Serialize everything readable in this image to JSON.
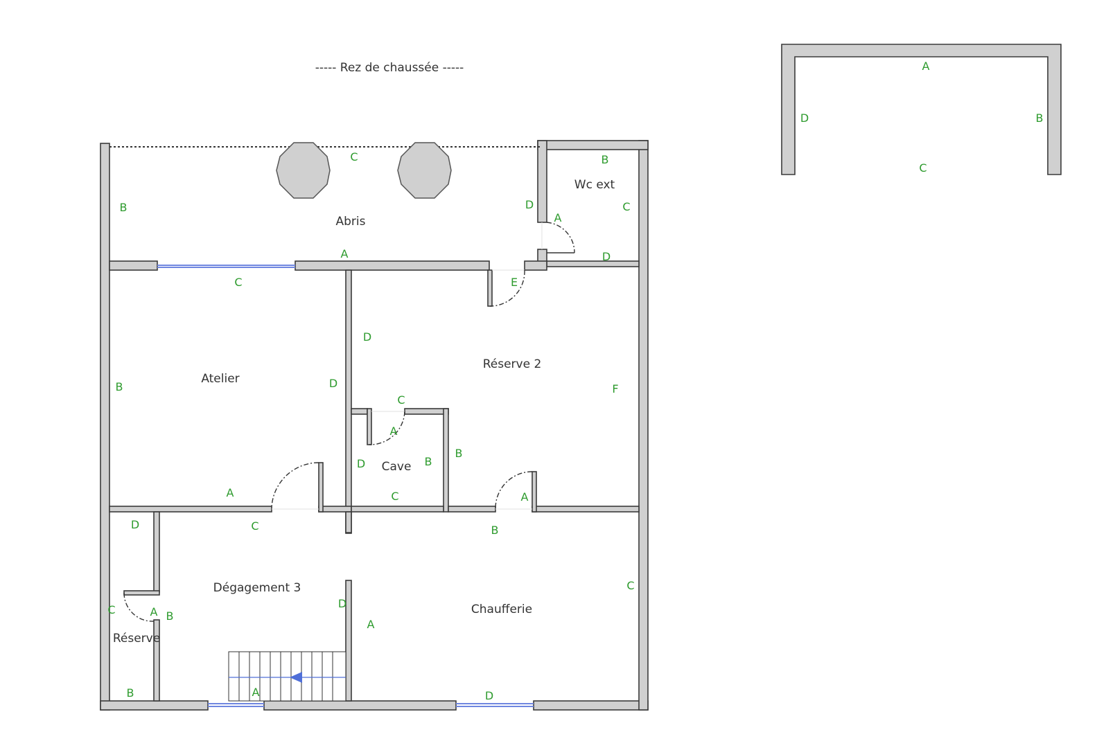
{
  "title": "----- Rez de chaussée -----",
  "colors": {
    "wall_label": "#2e9b2e",
    "wall_fill": "#d0d0d0",
    "window": "#6f86e0",
    "stair_arrow": "#4f6fd8"
  },
  "rooms": {
    "abris": "Abris",
    "wc_ext": "Wc ext",
    "atelier": "Atelier",
    "reserve2": "Réserve 2",
    "cave": "Cave",
    "degagement3": "Dégagement 3",
    "chaufferie": "Chaufferie",
    "reserve": "Réserve"
  },
  "labels": {
    "abris": {
      "c": "C",
      "b": "B",
      "a": "A",
      "d": "D"
    },
    "wc": {
      "b": "B",
      "c": "C",
      "d": "D",
      "a": "A"
    },
    "atelier": {
      "c": "C",
      "b": "B",
      "d": "D",
      "a": "A"
    },
    "reserve2": {
      "e": "E",
      "d": "D",
      "f": "F",
      "b": "B",
      "a": "A"
    },
    "cave": {
      "c": "C",
      "a": "A",
      "d": "D",
      "b": "B",
      "c2": "C"
    },
    "degagement": {
      "d": "D",
      "c": "C",
      "b": "B",
      "d2": "D",
      "a": "A",
      "c2": "C"
    },
    "chaufferie": {
      "b": "B",
      "c": "C",
      "a": "A",
      "d": "D"
    },
    "reserve": {
      "b": "B"
    },
    "elevation": {
      "a": "A",
      "d": "D",
      "b": "B",
      "c": "C"
    }
  }
}
